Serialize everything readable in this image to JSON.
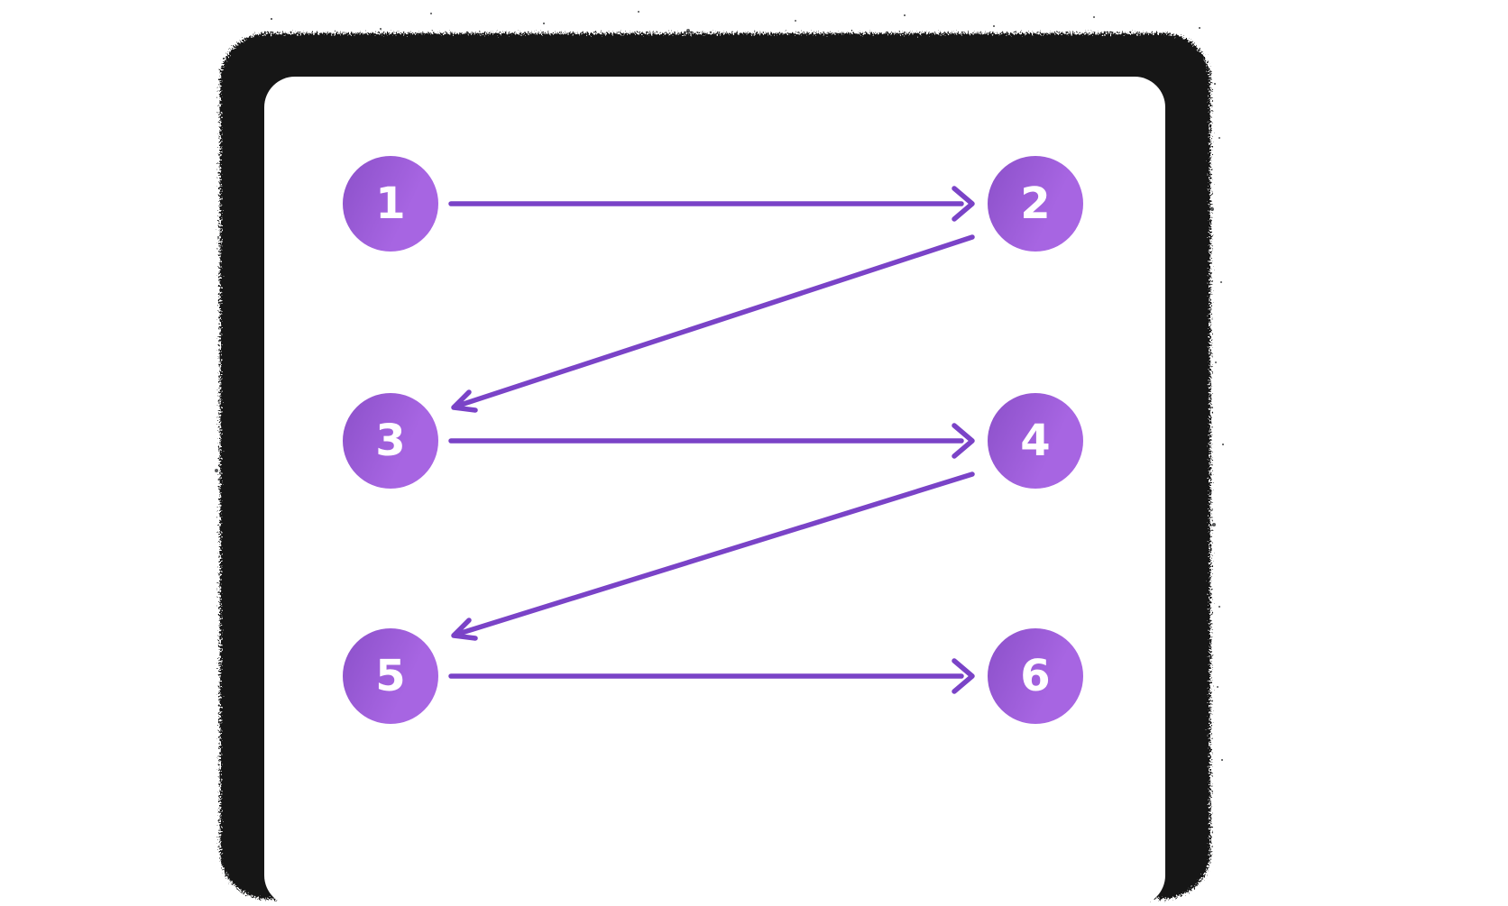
{
  "diagram": {
    "nodes": [
      {
        "id": "1",
        "label": "1"
      },
      {
        "id": "2",
        "label": "2"
      },
      {
        "id": "3",
        "label": "3"
      },
      {
        "id": "4",
        "label": "4"
      },
      {
        "id": "5",
        "label": "5"
      },
      {
        "id": "6",
        "label": "6"
      }
    ],
    "edges": [
      {
        "from": "1",
        "to": "2",
        "direction": "right"
      },
      {
        "from": "2",
        "to": "3",
        "direction": "down-left"
      },
      {
        "from": "3",
        "to": "4",
        "direction": "right"
      },
      {
        "from": "4",
        "to": "5",
        "direction": "down-left"
      },
      {
        "from": "5",
        "to": "6",
        "direction": "right"
      }
    ],
    "colors": {
      "node_gradient_start": "#8b50c9",
      "node_gradient_end": "#a765e2",
      "node_label": "#ffffff",
      "arrow": "#7a43c7",
      "frame": "#131517",
      "card": "#ffffff",
      "page_background": "#ffffff"
    }
  }
}
